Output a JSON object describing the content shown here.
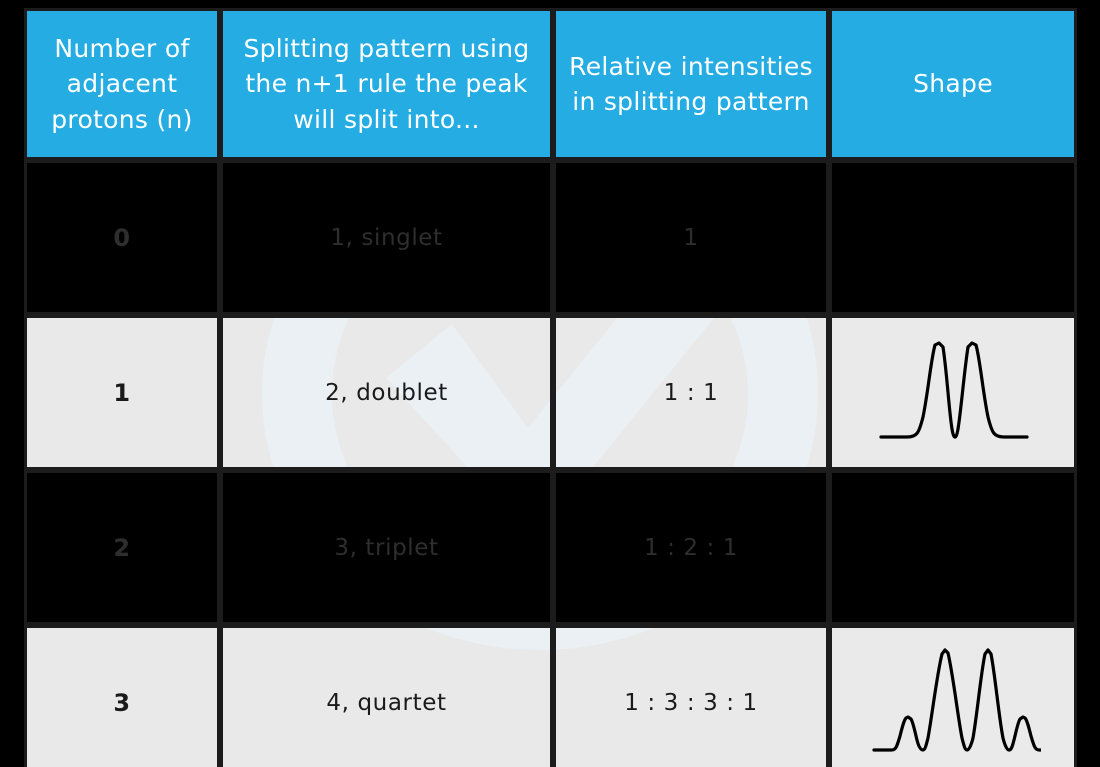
{
  "table": {
    "headers": [
      "Number of adjacent protons  (n)",
      "Splitting pattern using the n+1 rule the peak will split into...",
      "Relative intensities in splitting pattern",
      "Shape"
    ],
    "rows": [
      {
        "protons": "0",
        "splitting": "1, singlet",
        "intensities": "1",
        "shape": "none"
      },
      {
        "protons": "1",
        "splitting": "2, doublet",
        "intensities": "1 : 1",
        "shape": "doublet-two-peaks"
      },
      {
        "protons": "2",
        "splitting": "3, triplet",
        "intensities": "1 : 2 : 1",
        "shape": "none"
      },
      {
        "protons": "3",
        "splitting": "4, quartet",
        "intensities": "1 : 3 : 3 : 1",
        "shape": "quartet-four-peaks"
      }
    ]
  },
  "colors": {
    "header_blue": "#24ACE3",
    "watermark_blue": "#22A9E0",
    "dark_row_bg": "#000000",
    "light_row_bg": "#f4f4f4",
    "grid_line": "#1c1c1c",
    "dark_row_text": "#2e2e2e",
    "light_row_text": "#1a1a1a",
    "peak_stroke": "#000000"
  },
  "watermark": {
    "name": "brand-ring-check-logo"
  }
}
